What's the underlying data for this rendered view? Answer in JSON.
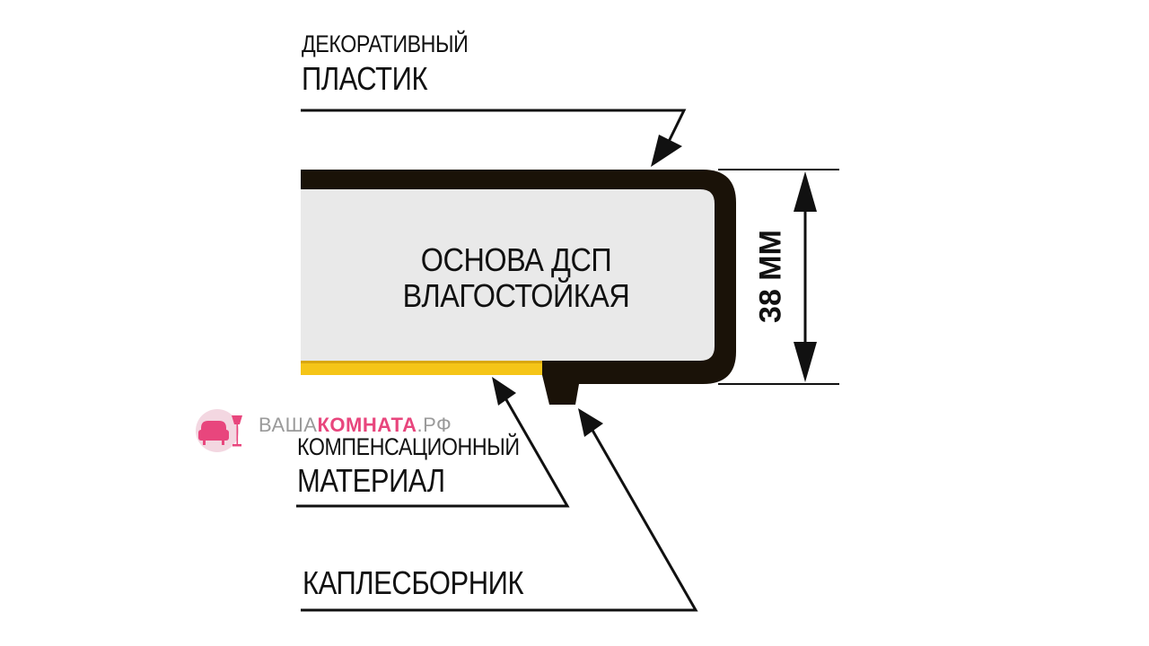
{
  "labels": {
    "decorative_line1": "ДЕКОРАТИВНЫЙ",
    "decorative_line2": "ПЛАСТИК",
    "core_line1": "ОСНОВА ДСП",
    "core_line2": "ВЛАГОСТОЙКАЯ",
    "thickness": "38 ММ",
    "compensation_line1": "КОМПЕНСАЦИОННЫЙ",
    "compensation_line2": "МАТЕРИАЛ",
    "drip": "КАПЛЕСБОРНИК"
  },
  "watermark": {
    "part1": "ВАША",
    "part2": "КОМНАТА",
    "part3": ".РФ"
  },
  "colors": {
    "plastic": "#1a1208",
    "core": "#e8e8e8",
    "compensation": "#f5c518",
    "brand": "#e8467d"
  }
}
